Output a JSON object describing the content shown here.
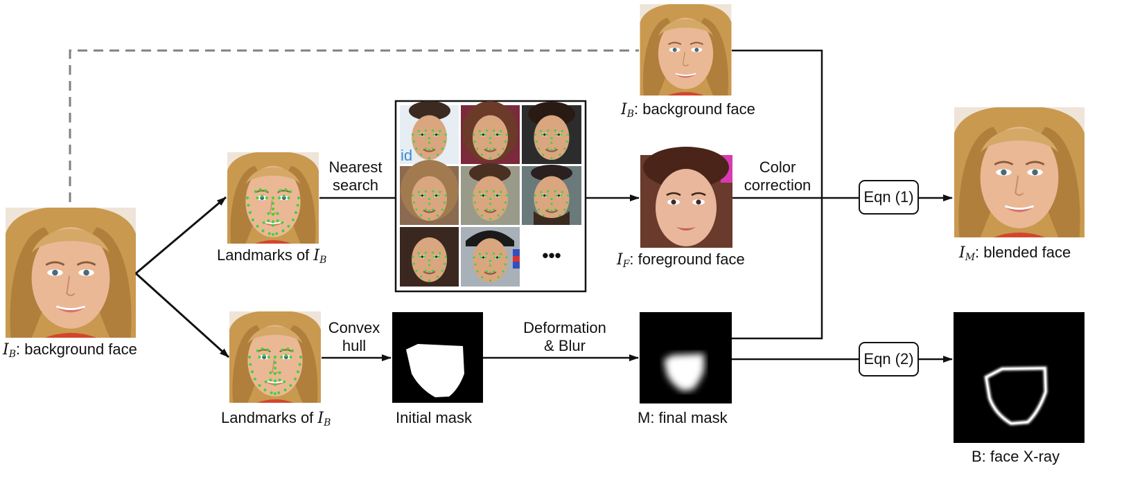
{
  "labels": {
    "bg_face_left": ": background face",
    "bg_face_top": ": background face",
    "landmarks_top_prefix": "Landmarks of ",
    "landmarks_bottom_prefix": "Landmarks of ",
    "nearest_search_line1": "Nearest",
    "nearest_search_line2": "search",
    "convex_hull_line1": "Convex",
    "convex_hull_line2": "hull",
    "initial_mask": "Initial mask",
    "deformation_line1": "Deformation",
    "deformation_line2": "& Blur",
    "foreground_face": ": foreground face",
    "color_correction_line1": "Color",
    "color_correction_line2": "correction",
    "final_mask": "M: final mask",
    "blended_face": ": blended face",
    "face_xray": "B: face X-ray",
    "ellipsis": "•••"
  },
  "math": {
    "I": "I",
    "sub_B": "B",
    "sub_F": "F",
    "sub_M": "M"
  },
  "boxes": {
    "eqn1": "Eqn (1)",
    "eqn2": "Eqn (2)"
  },
  "colors": {
    "landmark": "#3ad43a",
    "arrow": "#111111",
    "dashed": "#808080",
    "skin": "#e8b592",
    "hair_blonde": "#c89a52",
    "hair_brown": "#5a3524"
  }
}
